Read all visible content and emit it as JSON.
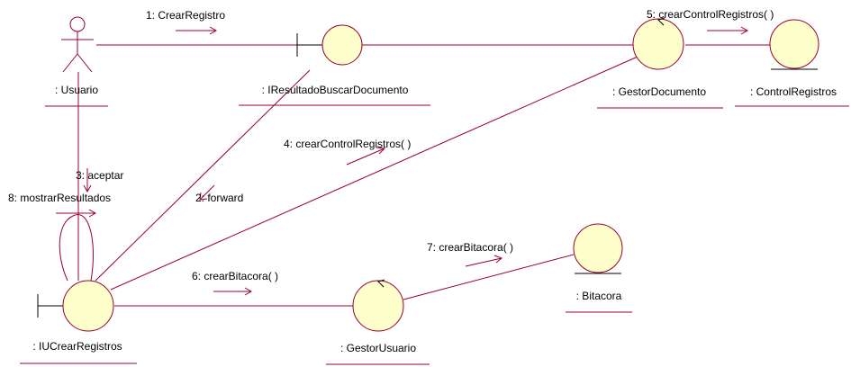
{
  "objects": {
    "usuario": ": Usuario",
    "iresultado": ": IResultadoBuscarDocumento",
    "gestor_documento": ": GestorDocumento",
    "control_registros": ": ControlRegistros",
    "iucrear": ": IUCrearRegistros",
    "gestor_usuario": ": GestorUsuario",
    "bitacora": ": Bitacora"
  },
  "messages": {
    "m1": "1: CrearRegistro",
    "m2": "2: forward",
    "m3": "3: aceptar",
    "m4": "4: crearControlRegistros( )",
    "m5": "5: crearControlRegistros( )",
    "m6": "6: crearBitacora( )",
    "m7": "7: crearBitacora( )",
    "m8": "8: mostrarResultados"
  },
  "colors": {
    "line": "#990033",
    "object_fill": "#ffffcc",
    "text": "#000000"
  }
}
